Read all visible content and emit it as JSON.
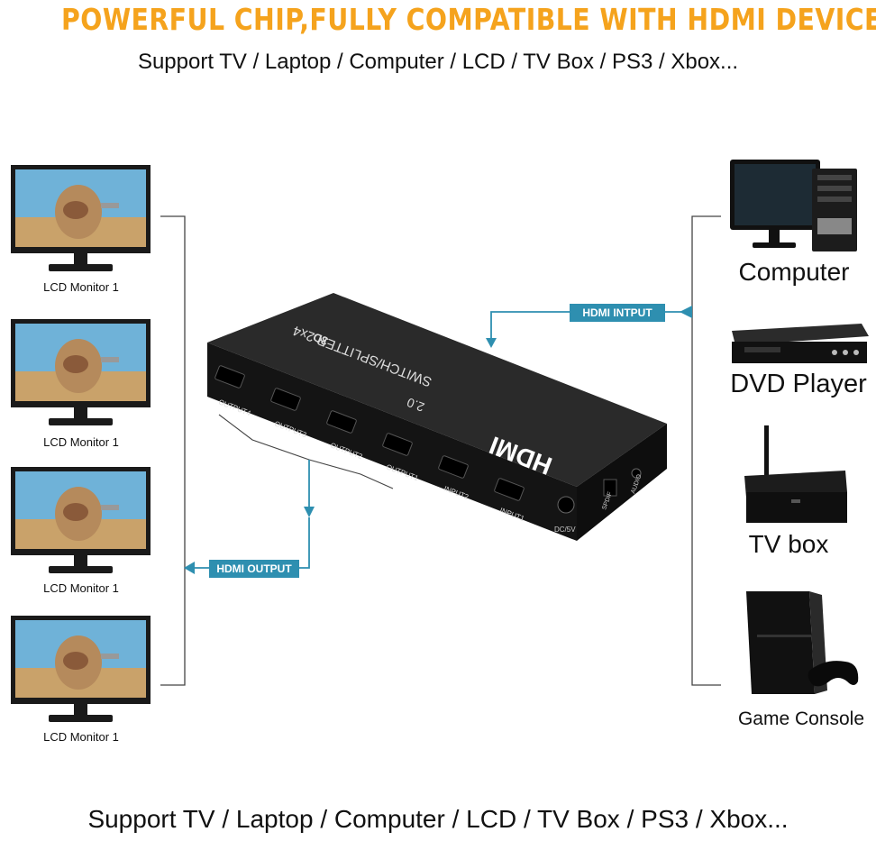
{
  "headline": "POWERFUL CHIP,FULLY COMPATIBLE WITH HDMI DEVICES",
  "support_top": "Support TV / Laptop / Computer / LCD / TV Box / PS3 / Xbox...",
  "support_bottom": "Support TV / Laptop / Computer / LCD / TV Box / PS3 / Xbox...",
  "monitors": [
    {
      "label": "LCD Monitor 1"
    },
    {
      "label": "LCD Monitor 1"
    },
    {
      "label": "LCD Monitor 1"
    },
    {
      "label": "LCD Monitor 1"
    }
  ],
  "devices": {
    "computer": "Computer",
    "dvd": "DVD Player",
    "tvbox": "TV box",
    "console": "Game Console"
  },
  "tags": {
    "input": "HDMI INTPUT",
    "output": "HDMI OUTPUT"
  },
  "switch": {
    "brand": "HDMI",
    "version": "2.0",
    "model": "SWITCH/SPLITTER 2x4",
    "badge": "3D",
    "ports": [
      "OUTPUT4",
      "OUTPUT3",
      "OUTPUT2",
      "OUTPUT1",
      "INPUT2",
      "INPUT1"
    ],
    "spdif": "SPDIF",
    "audio": "AUDIO",
    "dc": "DC/5V"
  },
  "colors": {
    "headline": "#f5a31d",
    "accent": "#2e8fb0",
    "line": "#444444"
  }
}
